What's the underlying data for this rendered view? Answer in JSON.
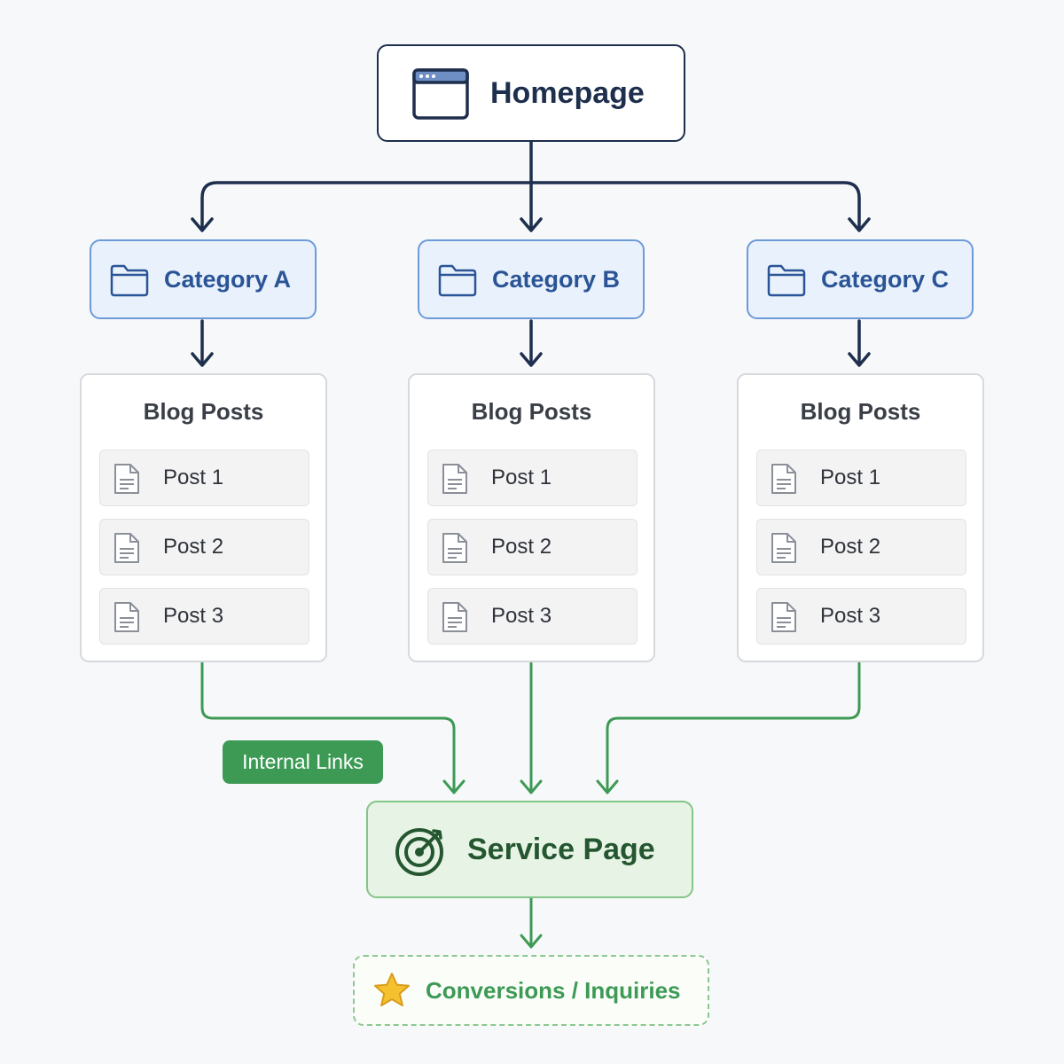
{
  "homepage": {
    "title": "Homepage"
  },
  "categories": [
    {
      "label": "Category A"
    },
    {
      "label": "Category B"
    },
    {
      "label": "Category C"
    }
  ],
  "blog_groups": [
    {
      "title": "Blog Posts",
      "posts": [
        "Post 1",
        "Post 2",
        "Post 3"
      ]
    },
    {
      "title": "Blog Posts",
      "posts": [
        "Post 1",
        "Post 2",
        "Post 3"
      ]
    },
    {
      "title": "Blog Posts",
      "posts": [
        "Post 1",
        "Post 2",
        "Post 3"
      ]
    }
  ],
  "internal_links": {
    "label": "Internal Links"
  },
  "service_page": {
    "title": "Service Page"
  },
  "conversions": {
    "label": "Conversions / Inquiries"
  },
  "colors": {
    "navy": "#1e2f4d",
    "category_fill": "#e9f1fc",
    "category_border": "#6d9bd8",
    "green": "#3d9a55",
    "service_fill": "#e7f4e5",
    "star": "#f5c12e"
  },
  "icons": {
    "homepage": "browser-window-icon",
    "category": "folder-icon",
    "post": "document-icon",
    "service": "target-icon",
    "conversions": "star-icon"
  }
}
